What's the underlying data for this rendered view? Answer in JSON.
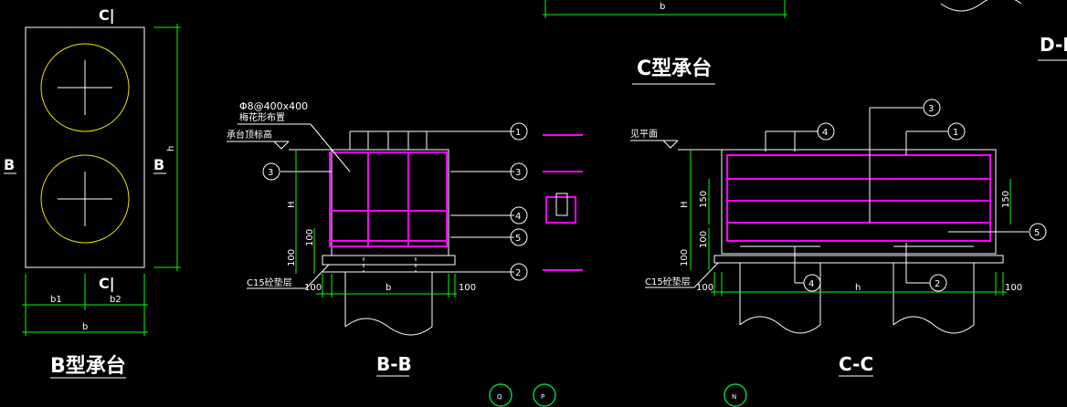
{
  "plan_b": {
    "section_top": "C|",
    "section_bottom": "C|",
    "section_left": "B",
    "section_right": "B",
    "dim_h": "h",
    "dim_b1": "b1",
    "dim_b2": "b2",
    "dim_b": "b",
    "title": "B型承台"
  },
  "section_bb": {
    "title": "B-B",
    "note1": "Φ8@400x400",
    "note2": "梅花形布置",
    "level_label": "承台顶标高",
    "cushion_label": "C15砼垫层",
    "dim_H": "H",
    "dim_100_a": "100",
    "dim_100_b": "100",
    "dim_100_left": "100",
    "dim_100_right": "100",
    "dim_b": "b",
    "callouts": [
      "1",
      "3",
      "3",
      "4",
      "5",
      "2"
    ]
  },
  "plan_c": {
    "title": "C型承台",
    "dim_b": "b"
  },
  "section_cc": {
    "title": "C-C",
    "level_label": "见平面",
    "cushion_label": "C15砼垫层",
    "dim_H": "H",
    "dim_150_left": "150",
    "dim_150_right": "150",
    "dim_100_a": "100",
    "dim_100_b": "100",
    "dim_100_left": "100",
    "dim_100_right": "100",
    "dim_h": "h",
    "callouts": [
      "3",
      "4",
      "1",
      "5",
      "4",
      "2"
    ]
  },
  "partial_label": "D-D",
  "nav_buttons": [
    "Q",
    "P",
    "N"
  ]
}
